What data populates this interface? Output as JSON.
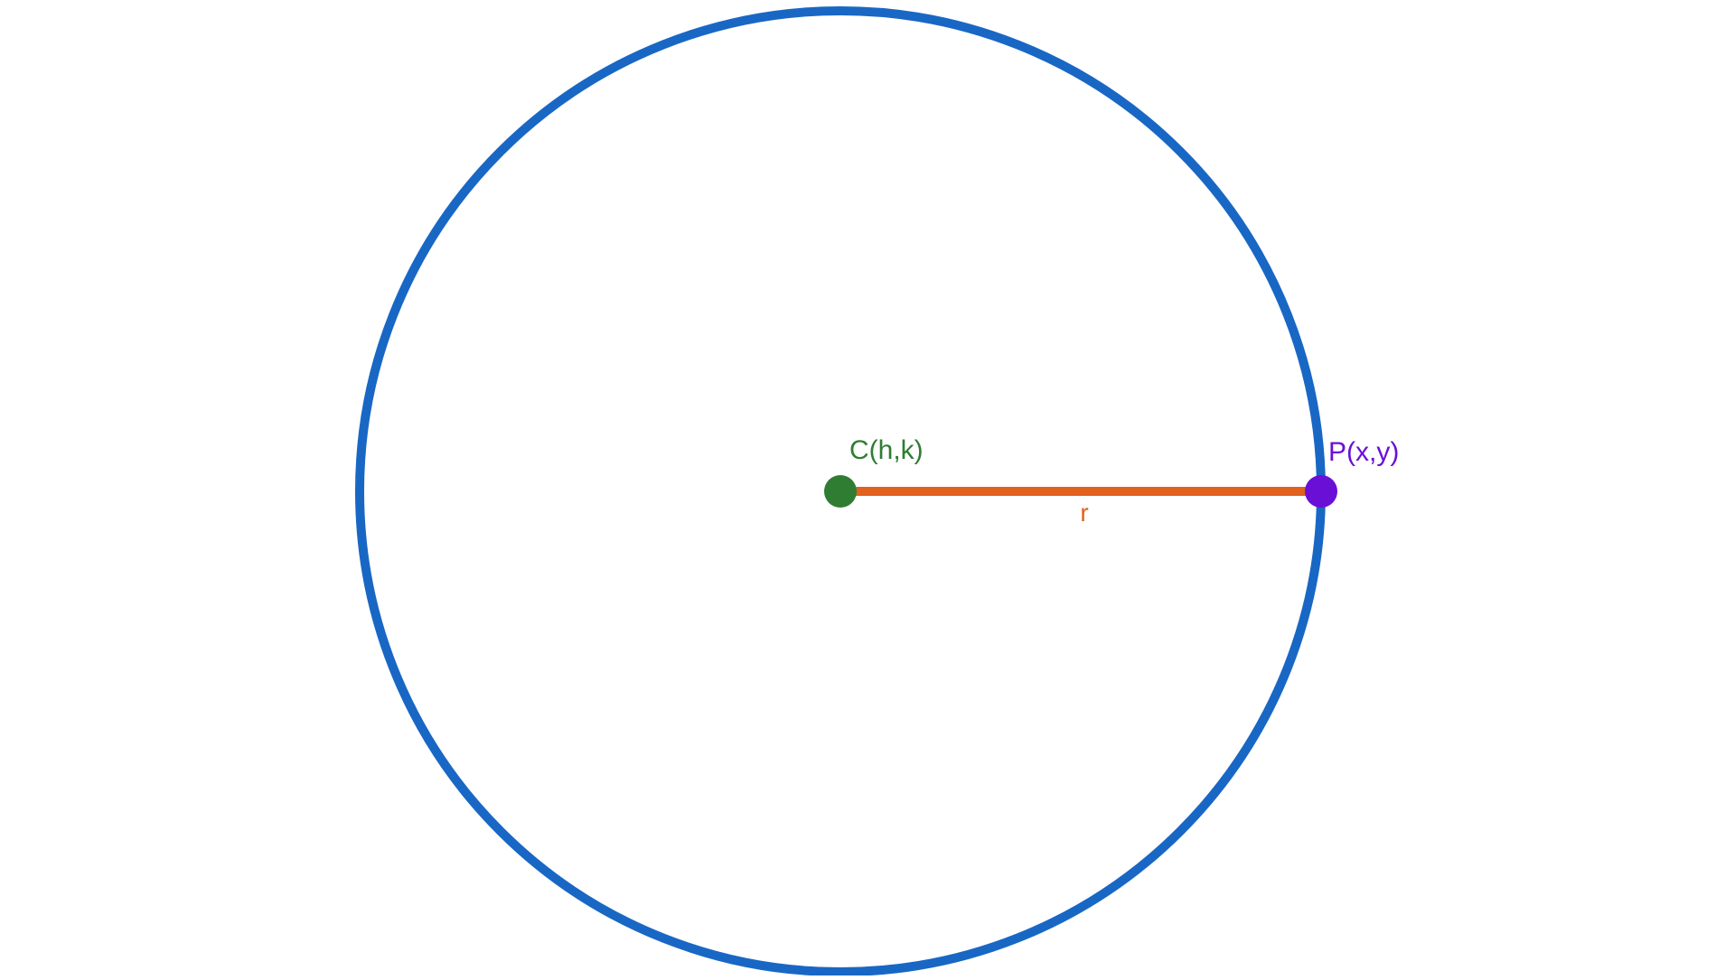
{
  "diagram": {
    "center_label": "C(h,k)",
    "point_label": "P(x,y)",
    "radius_label": "r"
  },
  "colors": {
    "circle": "#1967C4",
    "radius": "#E0621E",
    "center": "#2E7D32",
    "point": "#6A0FD6",
    "background": "#FFFFFF"
  }
}
